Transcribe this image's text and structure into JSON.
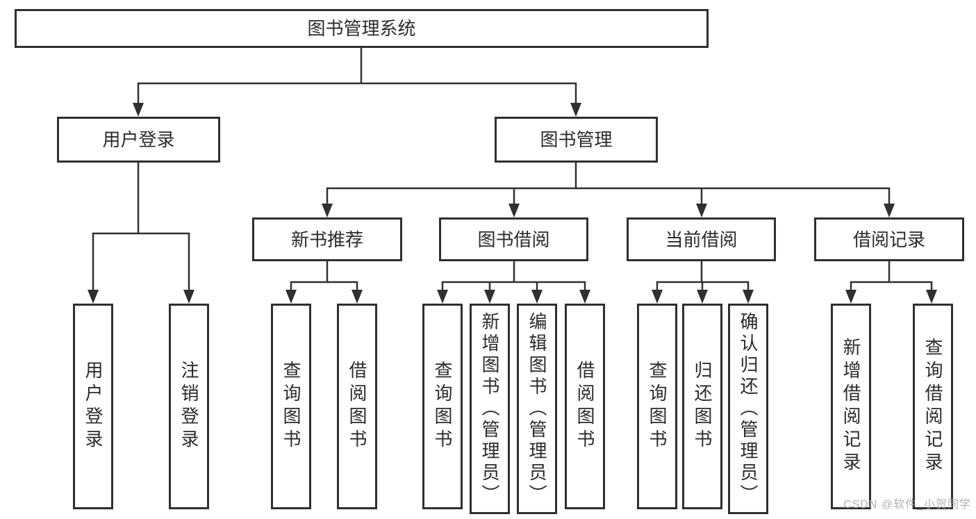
{
  "diagram": {
    "title": "图书管理系统",
    "nodes": {
      "root": "图书管理系统",
      "l2": [
        "用户登录",
        "图书管理"
      ],
      "l3": [
        "新书推荐",
        "图书借阅",
        "当前借阅",
        "借阅记录"
      ],
      "leaves": [
        "用户登录",
        "注销登录",
        "查询图书",
        "借阅图书",
        "查询图书",
        "新增图书（管理员）",
        "编辑图书（管理员）",
        "借阅图书",
        "查询图书",
        "归还图书",
        "确认归还（管理员）",
        "新增借阅记录",
        "查询借阅记录"
      ]
    },
    "colors": {
      "line": "#303030",
      "box_border": "#2f2f2f",
      "text": "#2b2b2b",
      "watermark": "#aaaaaa",
      "background": "#ffffff"
    }
  },
  "watermark": "CSDN @软件_小贺同学"
}
